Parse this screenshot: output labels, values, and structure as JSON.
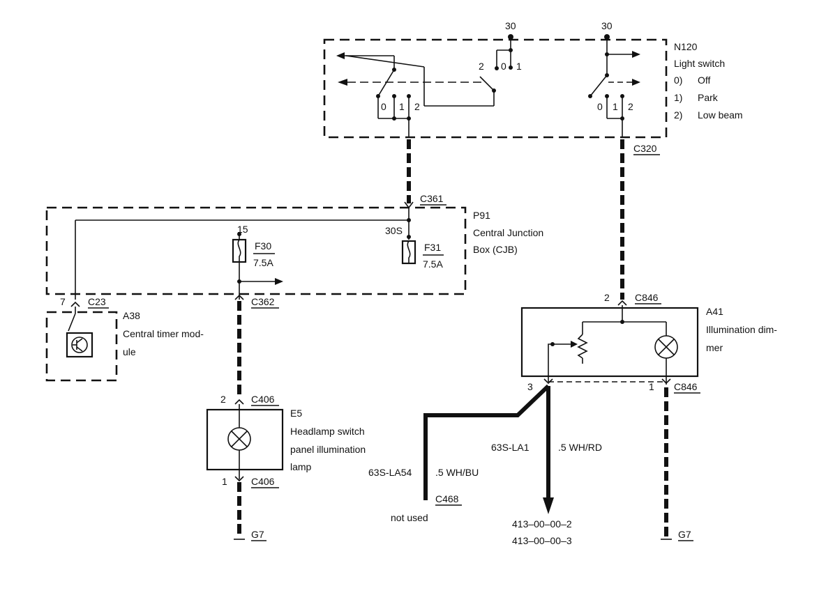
{
  "terminals": {
    "t30_left": "30",
    "t30_right": "30"
  },
  "light_switch": {
    "id": "N120",
    "name": "Light switch",
    "positions": [
      {
        "num": "0)",
        "label": "Off"
      },
      {
        "num": "1)",
        "label": "Park"
      },
      {
        "num": "2)",
        "label": "Low beam"
      }
    ],
    "pos_labels_left": [
      "0",
      "1",
      "2"
    ],
    "pos_labels_right": [
      "0",
      "1",
      "2"
    ],
    "pos_labels_top": [
      "2",
      "0",
      "1"
    ]
  },
  "connectors": {
    "c320": "C320",
    "c361": "C361",
    "c362": "C362",
    "c23": "C23",
    "c23_pin": "7",
    "c846_top": "C846",
    "c846_top_pin": "2",
    "c846_bottom": "C846",
    "c846_bottom_pin": "1",
    "c846_pin3": "3",
    "c406_top": "C406",
    "c406_top_pin": "2",
    "c406_bottom": "C406",
    "c406_bottom_pin": "1",
    "c468": "C468"
  },
  "cjb": {
    "id": "P91",
    "name_line1": "Central Junction",
    "name_line2": "Box (CJB)",
    "f30_label": "F30",
    "f30_rating": "7.5A",
    "f30_pin": "15",
    "f31_label": "F31",
    "f31_rating": "7.5A",
    "f31_pin": "30S"
  },
  "timer_module": {
    "id": "A38",
    "line1": "Central timer mod-",
    "line2": "ule"
  },
  "headlamp_lamp": {
    "id": "E5",
    "line1": "Headlamp switch",
    "line2": "panel illumination",
    "line3": "lamp"
  },
  "dimmer": {
    "id": "A41",
    "line1": "Illumination dim-",
    "line2": "mer"
  },
  "wires": {
    "la54_code": "63S-LA54",
    "la54_spec": ".5 WH/BU",
    "la1_code": "63S-LA1",
    "la1_spec": ".5 WH/RD",
    "not_used": "not used",
    "ref1": "413–00–00–2",
    "ref2": "413–00–00–3"
  },
  "grounds": {
    "left": "G7",
    "right": "G7"
  }
}
